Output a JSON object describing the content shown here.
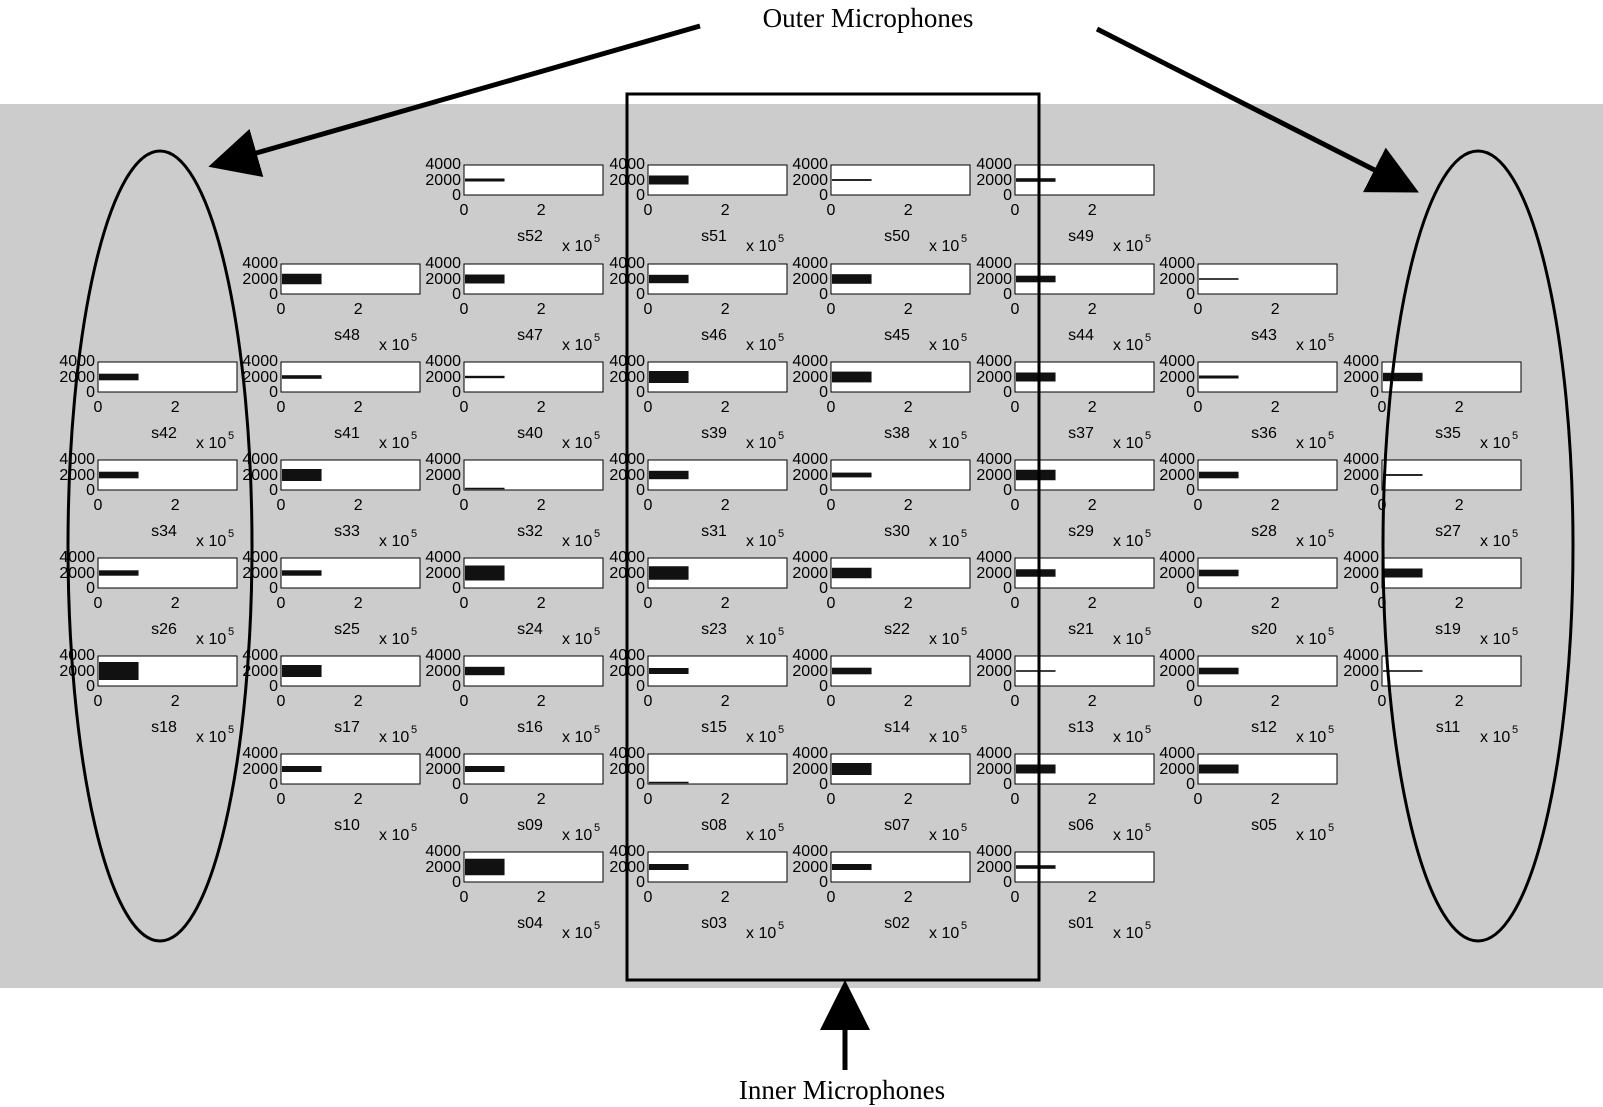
{
  "callouts": {
    "outer": "Outer Microphones",
    "inner": "Inner Microphones"
  },
  "axis": {
    "y_ticks": [
      "4000",
      "2000",
      "0"
    ],
    "x_ticks": [
      "0",
      "2"
    ],
    "x_scale_base": "x 10",
    "x_scale_exponent": "5"
  },
  "colors": {
    "panel_background": "#cccccc",
    "plot_background": "#ffffff",
    "ink": "#000000"
  },
  "microphones": [
    {
      "label": "s52",
      "row": 0,
      "col": 2,
      "amp": 0.1
    },
    {
      "label": "s51",
      "row": 0,
      "col": 3,
      "amp": 0.3
    },
    {
      "label": "s50",
      "row": 0,
      "col": 4,
      "amp": 0.06
    },
    {
      "label": "s49",
      "row": 0,
      "col": 5,
      "amp": 0.12
    },
    {
      "label": "s48",
      "row": 1,
      "col": 1,
      "amp": 0.35
    },
    {
      "label": "s47",
      "row": 1,
      "col": 2,
      "amp": 0.3
    },
    {
      "label": "s46",
      "row": 1,
      "col": 3,
      "amp": 0.28
    },
    {
      "label": "s45",
      "row": 1,
      "col": 4,
      "amp": 0.32
    },
    {
      "label": "s44",
      "row": 1,
      "col": 5,
      "amp": 0.22
    },
    {
      "label": "s43",
      "row": 1,
      "col": 6,
      "amp": 0.04
    },
    {
      "label": "s42",
      "row": 2,
      "col": 0,
      "amp": 0.22
    },
    {
      "label": "s41",
      "row": 2,
      "col": 1,
      "amp": 0.12
    },
    {
      "label": "s40",
      "row": 2,
      "col": 2,
      "amp": 0.08
    },
    {
      "label": "s39",
      "row": 2,
      "col": 3,
      "amp": 0.4
    },
    {
      "label": "s38",
      "row": 2,
      "col": 4,
      "amp": 0.36
    },
    {
      "label": "s37",
      "row": 2,
      "col": 5,
      "amp": 0.3
    },
    {
      "label": "s36",
      "row": 2,
      "col": 6,
      "amp": 0.1
    },
    {
      "label": "s35",
      "row": 2,
      "col": 7,
      "amp": 0.28
    },
    {
      "label": "s34",
      "row": 3,
      "col": 0,
      "amp": 0.22
    },
    {
      "label": "s33",
      "row": 3,
      "col": 1,
      "amp": 0.4
    },
    {
      "label": "s32",
      "row": 3,
      "col": 2,
      "amp": 0.0
    },
    {
      "label": "s31",
      "row": 3,
      "col": 3,
      "amp": 0.28
    },
    {
      "label": "s30",
      "row": 3,
      "col": 4,
      "amp": 0.16
    },
    {
      "label": "s29",
      "row": 3,
      "col": 5,
      "amp": 0.35
    },
    {
      "label": "s28",
      "row": 3,
      "col": 6,
      "amp": 0.22
    },
    {
      "label": "s27",
      "row": 3,
      "col": 7,
      "amp": 0.06
    },
    {
      "label": "s26",
      "row": 4,
      "col": 0,
      "amp": 0.18
    },
    {
      "label": "s25",
      "row": 4,
      "col": 1,
      "amp": 0.18
    },
    {
      "label": "s24",
      "row": 4,
      "col": 2,
      "amp": 0.5
    },
    {
      "label": "s23",
      "row": 4,
      "col": 3,
      "amp": 0.45
    },
    {
      "label": "s22",
      "row": 4,
      "col": 4,
      "amp": 0.35
    },
    {
      "label": "s21",
      "row": 4,
      "col": 5,
      "amp": 0.25
    },
    {
      "label": "s20",
      "row": 4,
      "col": 6,
      "amp": 0.22
    },
    {
      "label": "s19",
      "row": 4,
      "col": 7,
      "amp": 0.3
    },
    {
      "label": "s18",
      "row": 5,
      "col": 0,
      "amp": 0.6
    },
    {
      "label": "s17",
      "row": 5,
      "col": 1,
      "amp": 0.4
    },
    {
      "label": "s16",
      "row": 5,
      "col": 2,
      "amp": 0.28
    },
    {
      "label": "s15",
      "row": 5,
      "col": 3,
      "amp": 0.2
    },
    {
      "label": "s14",
      "row": 5,
      "col": 4,
      "amp": 0.22
    },
    {
      "label": "s13",
      "row": 5,
      "col": 5,
      "amp": 0.04
    },
    {
      "label": "s12",
      "row": 5,
      "col": 6,
      "amp": 0.22
    },
    {
      "label": "s11",
      "row": 5,
      "col": 7,
      "amp": 0.04
    },
    {
      "label": "s10",
      "row": 6,
      "col": 1,
      "amp": 0.2
    },
    {
      "label": "s09",
      "row": 6,
      "col": 2,
      "amp": 0.2
    },
    {
      "label": "s08",
      "row": 6,
      "col": 3,
      "amp": 0.0
    },
    {
      "label": "s07",
      "row": 6,
      "col": 4,
      "amp": 0.4
    },
    {
      "label": "s06",
      "row": 6,
      "col": 5,
      "amp": 0.3
    },
    {
      "label": "s05",
      "row": 6,
      "col": 6,
      "amp": 0.3
    },
    {
      "label": "s04",
      "row": 7,
      "col": 2,
      "amp": 0.55
    },
    {
      "label": "s03",
      "row": 7,
      "col": 3,
      "amp": 0.2
    },
    {
      "label": "s02",
      "row": 7,
      "col": 4,
      "amp": 0.2
    },
    {
      "label": "s01",
      "row": 7,
      "col": 5,
      "amp": 0.12
    }
  ]
}
